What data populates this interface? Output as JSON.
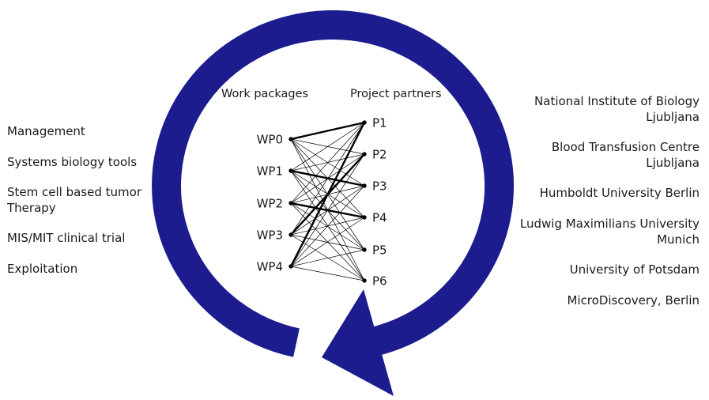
{
  "work_packages": {
    "heading": "Work packages",
    "nodes": [
      "WP0",
      "WP1",
      "WP2",
      "WP3",
      "WP4"
    ],
    "names": [
      {
        "lines": [
          "Management"
        ]
      },
      {
        "lines": [
          "Systems biology tools"
        ]
      },
      {
        "lines": [
          "Stem cell based tumor",
          "Therapy"
        ]
      },
      {
        "lines": [
          "MIS/MIT clinical trial"
        ]
      },
      {
        "lines": [
          "Exploitation"
        ]
      }
    ]
  },
  "project_partners": {
    "heading": "Project partners",
    "nodes": [
      "P1",
      "P2",
      "P3",
      "P4",
      "P5",
      "P6"
    ],
    "names": [
      {
        "lines": [
          "National Institute of Biology",
          "Ljubljana"
        ]
      },
      {
        "lines": [
          "Blood Transfusion Centre",
          "Ljubljana"
        ]
      },
      {
        "lines": [
          "Humboldt University Berlin"
        ]
      },
      {
        "lines": [
          "Ludwig Maximilians University",
          "Munich"
        ]
      },
      {
        "lines": [
          "University of Potsdam"
        ]
      },
      {
        "lines": [
          "MicroDiscovery, Berlin"
        ]
      }
    ]
  },
  "links": {
    "emphasized": [
      {
        "wp": 0,
        "partner": 0
      },
      {
        "wp": 1,
        "partner": 2
      },
      {
        "wp": 2,
        "partner": 3
      },
      {
        "wp": 3,
        "partner": 1
      },
      {
        "wp": 4,
        "partner": 0
      }
    ]
  },
  "colors": {
    "cycle_arrow": "#1c1c8e",
    "text": "#1a1a1a",
    "links": "#000000"
  }
}
